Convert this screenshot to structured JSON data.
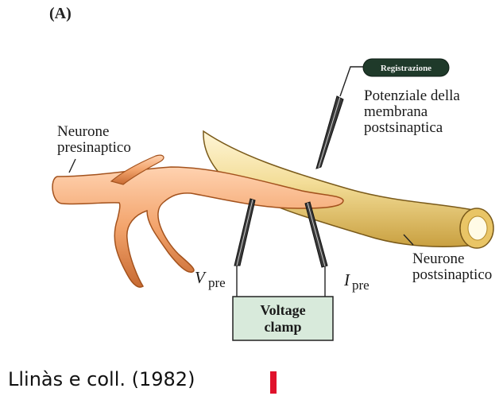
{
  "panel_label": "(A)",
  "labels": {
    "presynaptic": [
      "Neurone",
      "presinaptico"
    ],
    "postsynaptic_potential": [
      "Potenziale della",
      "membrana",
      "postsinaptica"
    ],
    "postsynaptic": [
      "Neurone",
      "postsinaptico"
    ],
    "recording": "Registrazione",
    "voltage_clamp": [
      "Voltage",
      "clamp"
    ],
    "v_pre_symbol": "V",
    "v_pre_sub": "pre",
    "i_pre_symbol": "I",
    "i_pre_sub": "pre"
  },
  "citation": "Llinàs e coll. (1982)",
  "colors": {
    "presynaptic_neuron": "#f0a070",
    "postsynaptic_neuron": "#f0d890",
    "voltage_clamp_box": "#d8eadb",
    "recording_badge": "#1f3a2a",
    "accent_bar": "#e0112b"
  }
}
